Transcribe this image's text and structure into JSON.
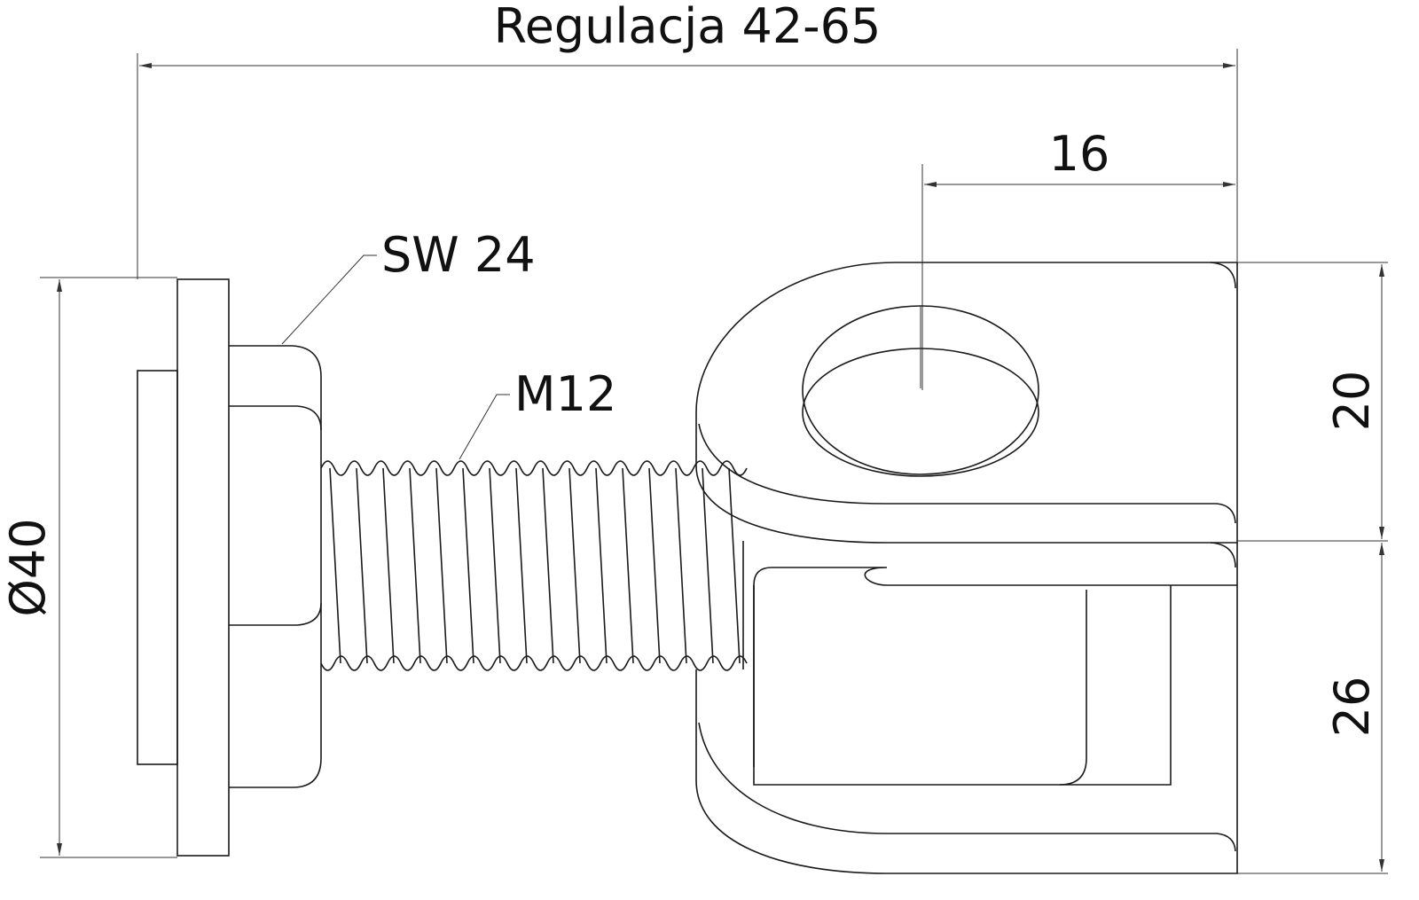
{
  "drawing": {
    "labels": {
      "adjustment": "Regulacja 42-65",
      "pin_offset": "16",
      "wrench_size": "SW 24",
      "thread": "M12",
      "diameter": "Ø40",
      "upper_height": "20",
      "lower_height": "26"
    },
    "line_color": "#1a1a1a",
    "background": "#ffffff"
  }
}
